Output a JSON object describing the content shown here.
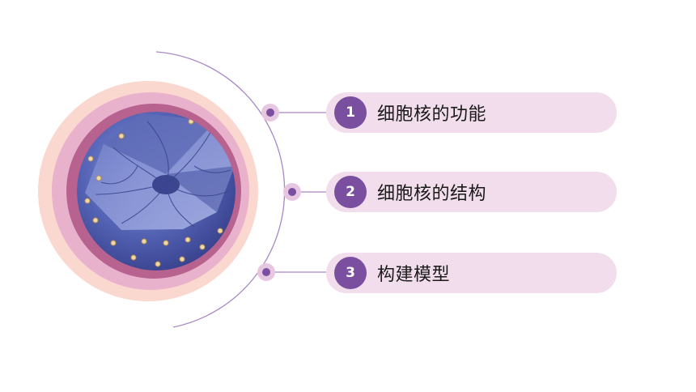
{
  "colors": {
    "accent_purple": "#7b4fa0",
    "pill_background": "#f2dded",
    "outer_ring": "#fbd8cf",
    "middle_ring": "#e2a5c4",
    "inner_ring": "#b7628f",
    "nucleus_blue": "#5766b8",
    "connector_line": "#a788c4"
  },
  "illustration": {
    "name": "cut-away cell nucleus illustration"
  },
  "items": [
    {
      "number": "1",
      "label": "细胞核的功能"
    },
    {
      "number": "2",
      "label": "细胞核的结构"
    },
    {
      "number": "3",
      "label": "构建模型"
    }
  ]
}
